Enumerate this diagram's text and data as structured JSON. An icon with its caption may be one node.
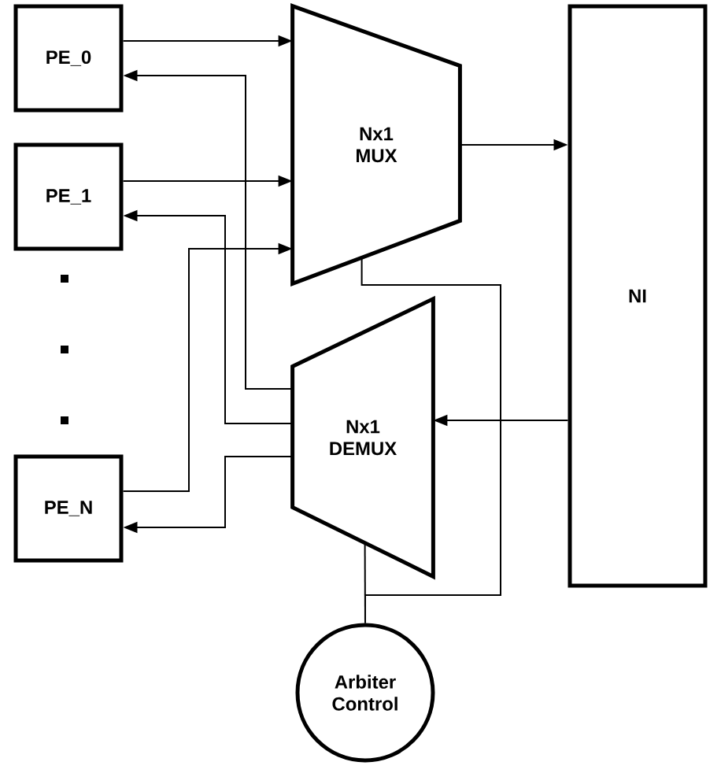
{
  "diagram": {
    "nodes": [
      {
        "text": [
          "PE_0"
        ]
      },
      {
        "text": [
          "PE_1"
        ]
      },
      {
        "text": [
          "PE_N"
        ]
      },
      {
        "text": [
          "Nx1 MUX"
        ]
      },
      {
        "text": [
          "Nx1 DEMUX"
        ]
      },
      {
        "text": [
          "NI"
        ]
      },
      {
        "text": [
          "Arbiter Control"
        ]
      }
    ],
    "edges": [
      {
        "from": 0,
        "to": 3,
        "arrow": "to"
      },
      {
        "from": 4,
        "to": 0,
        "arrow": "to"
      },
      {
        "from": 1,
        "to": 3,
        "arrow": "to"
      },
      {
        "from": 4,
        "to": 1,
        "arrow": "to"
      },
      {
        "from": 2,
        "to": 3,
        "arrow": "to"
      },
      {
        "from": 4,
        "to": 2,
        "arrow": "to"
      },
      {
        "from": 3,
        "to": 5,
        "arrow": "to"
      },
      {
        "from": 5,
        "to": 4,
        "arrow": "to"
      },
      {
        "from": 6,
        "to": 3,
        "arrow": "none"
      },
      {
        "from": 6,
        "to": 4,
        "arrow": "none"
      }
    ]
  }
}
